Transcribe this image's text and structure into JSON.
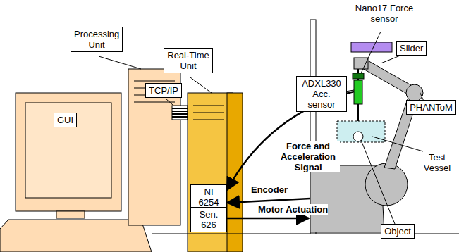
{
  "diagram": {
    "nodes": [
      {
        "text": [
          "Processing Unit"
        ]
      },
      {
        "text": [
          "Real-Time Unit"
        ]
      },
      {
        "text": [
          "TCP/IP"
        ]
      },
      {
        "text": [
          "ADXL330 Acc. sensor"
        ]
      },
      {
        "text": [
          "Slider"
        ]
      },
      {
        "text": [
          "PHANToM"
        ]
      },
      {
        "text": [
          "GUI"
        ]
      },
      {
        "text": [
          "NI 6254"
        ]
      },
      {
        "text": [
          "Sen. 626"
        ]
      },
      {
        "text": [
          "Object"
        ]
      }
    ],
    "labels": [
      "Nano17 Force sensor",
      "Test Vessel",
      "Force and Acceleration Signal",
      "Encoder",
      "Motor Actuation"
    ]
  }
}
